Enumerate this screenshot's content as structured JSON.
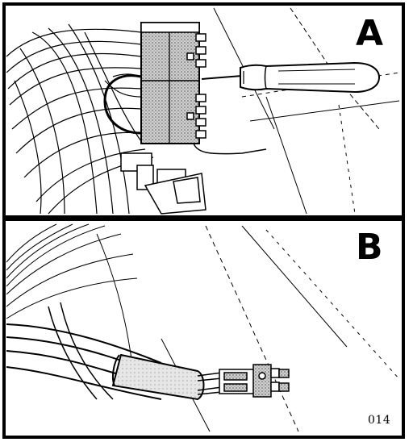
{
  "panels": {
    "top": {
      "label": "A"
    },
    "bottom": {
      "label": "B"
    }
  },
  "figure_number": "014",
  "colors": {
    "ink": "#000000",
    "paper": "#ffffff",
    "stipple": "#9a9a9a"
  }
}
